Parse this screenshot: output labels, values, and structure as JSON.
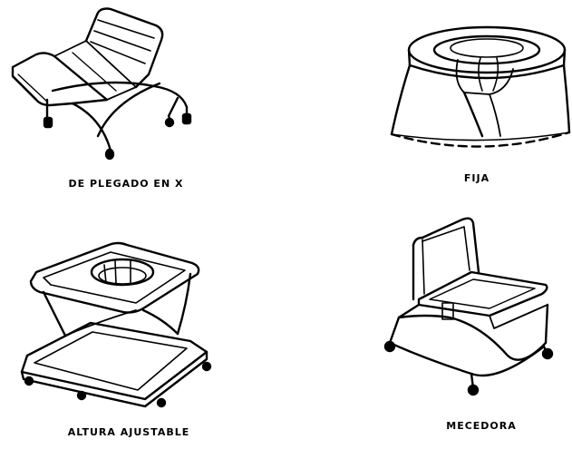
{
  "figure": {
    "items": [
      {
        "caption": "DE PLEGADO EN X",
        "illustration": "x-folding-walker"
      },
      {
        "caption": "FIJA",
        "illustration": "fixed-walker"
      },
      {
        "caption": "ALTURA AJUSTABLE",
        "illustration": "adjustable-height-walker"
      },
      {
        "caption": "MECEDORA",
        "illustration": "rocking-chair-walker"
      }
    ],
    "colors": {
      "line": "#000000",
      "background": "#ffffff"
    }
  }
}
